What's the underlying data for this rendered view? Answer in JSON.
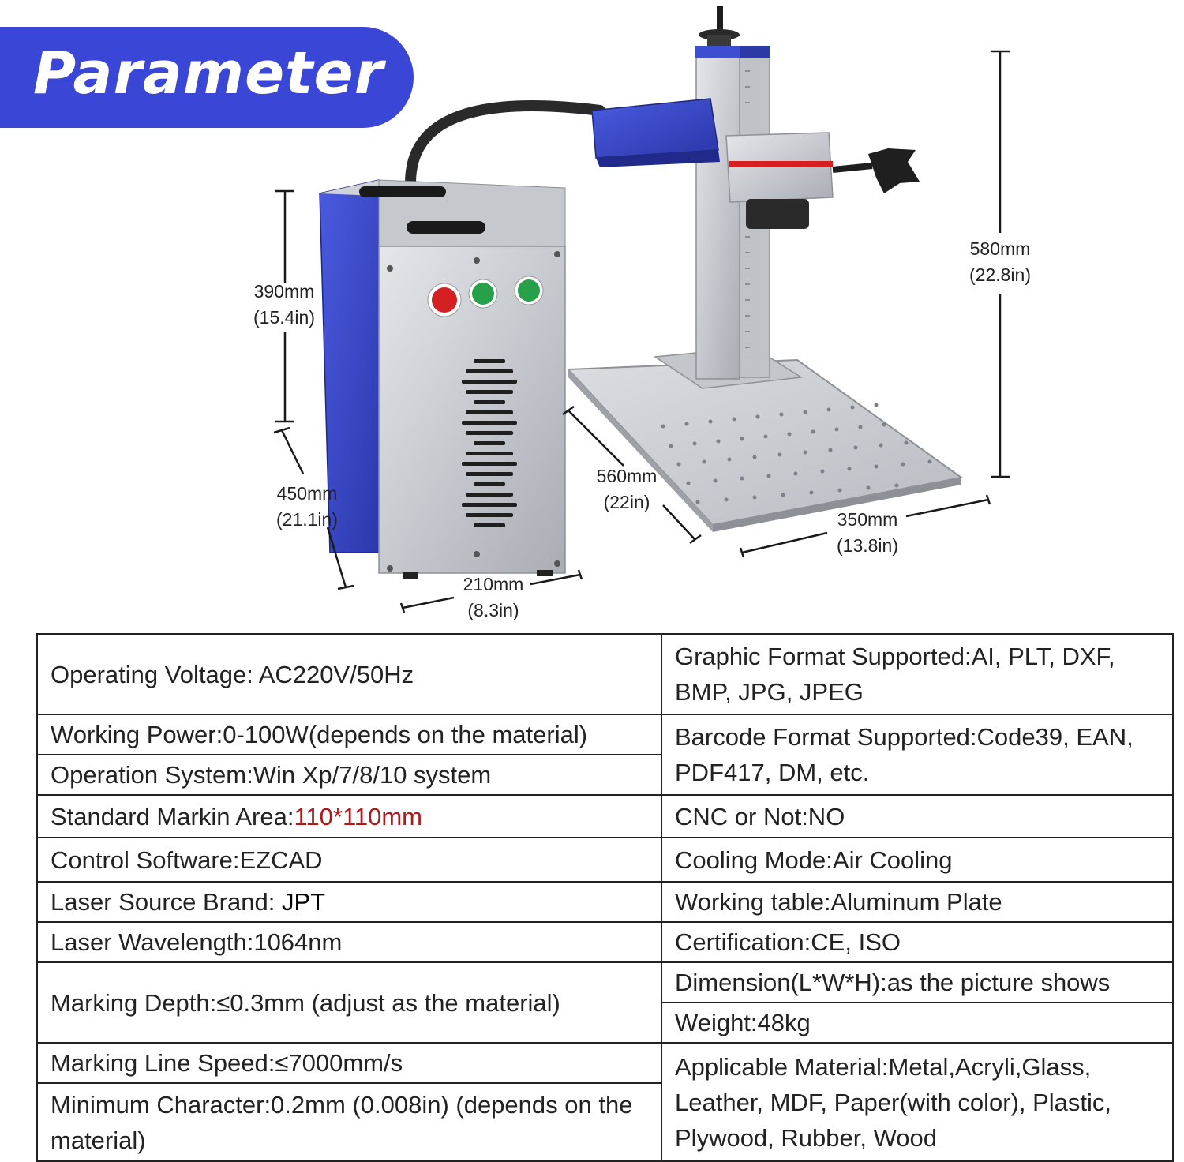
{
  "header": {
    "title": "Parameter"
  },
  "dimensions": {
    "height_box": {
      "mm": "390mm",
      "in": "(15.4in)"
    },
    "depth_box": {
      "mm": "450mm",
      "in": "(21.1in)"
    },
    "width_box": {
      "mm": "210mm",
      "in": "(8.3in)"
    },
    "depth_table": {
      "mm": "560mm",
      "in": "(22in)"
    },
    "width_table": {
      "mm": "350mm",
      "in": "(13.8in)"
    },
    "height_machine": {
      "mm": "580mm",
      "in": "(22.8in)"
    }
  },
  "specs": {
    "voltage": {
      "label": "Operating Voltage:  ",
      "value": "AC220V/50Hz"
    },
    "graphic_format": "Graphic Format Supported:AI, PLT, DXF, BMP, JPG, JPEG",
    "working_power": "Working Power:0-100W(depends on the material)",
    "barcode_format": "Barcode Format Supported:Code39, EAN, PDF417, DM, etc.",
    "operation_system": "Operation System:Win Xp/7/8/10 system",
    "marking_area": {
      "label": "Standard Markin Area:",
      "value": "110*110mm"
    },
    "cnc": "CNC or Not:NO",
    "control_software": "Control Software:EZCAD",
    "cooling_mode": "Cooling Mode:Air Cooling",
    "laser_source": {
      "label": "Laser Source Brand: ",
      "value": "JPT"
    },
    "working_table": "Working table:Aluminum Plate",
    "wavelength": "Laser Wavelength:1064nm",
    "certification": "Certification:CE, ISO",
    "marking_depth": "Marking Depth:≤0.3mm (adjust as the material)",
    "dimension": "Dimension(L*W*H):as the picture shows",
    "weight": "Weight:48kg",
    "line_speed": "Marking Line Speed:≤7000mm/s",
    "applicable_material": "Applicable Material:Metal,Acryli,Glass, Leather, MDF, Paper(with color), Plastic, Plywood, Rubber, Wood",
    "min_character": "Minimum Character:0.2mm (0.008in) (depends on the material)"
  },
  "colors": {
    "banner": "#3a47d6",
    "highlight_red": "#b11818",
    "machine_blue": "#3548c4",
    "machine_silver": "#c9ccd1"
  }
}
